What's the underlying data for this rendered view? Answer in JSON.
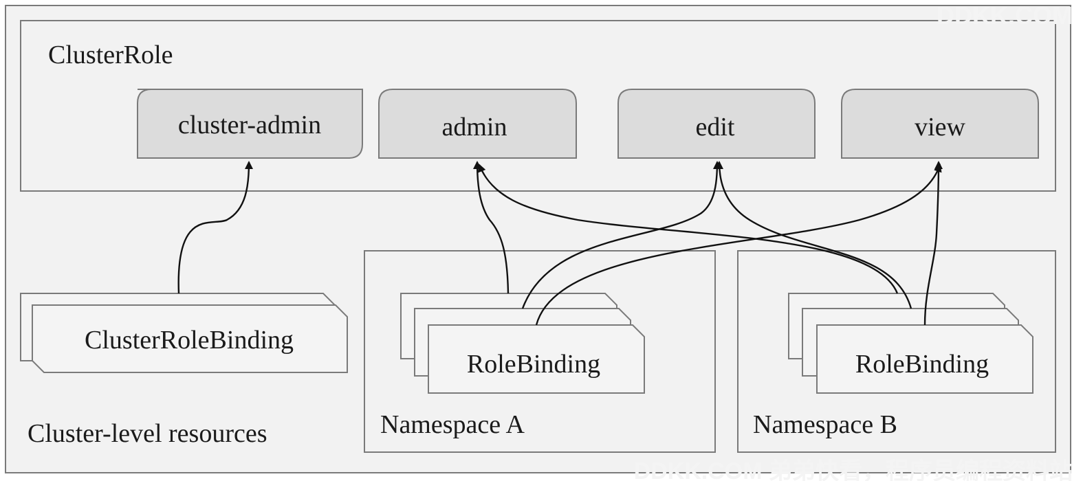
{
  "watermark_top": "DDKK.COM",
  "watermark_bottom": "DDKK.COM 弟弟快看，程序员编程资料站",
  "cluster_level": {
    "label": "Cluster-level resources"
  },
  "cluster_role": {
    "label": "ClusterRole",
    "roles": [
      {
        "id": "cluster-admin",
        "label": "cluster-admin"
      },
      {
        "id": "admin",
        "label": "admin"
      },
      {
        "id": "edit",
        "label": "edit"
      },
      {
        "id": "view",
        "label": "view"
      }
    ]
  },
  "cluster_role_binding": {
    "label": "ClusterRoleBinding"
  },
  "namespaces": [
    {
      "id": "namespace-a",
      "label": "Namespace A",
      "binding_label": "RoleBinding"
    },
    {
      "id": "namespace-b",
      "label": "Namespace B",
      "binding_label": "RoleBinding"
    }
  ],
  "edges": [
    {
      "from": "cluster-role-binding",
      "to": "cluster-admin"
    },
    {
      "from": "namespace-a-rolebinding",
      "to": "admin"
    },
    {
      "from": "namespace-a-rolebinding",
      "to": "edit"
    },
    {
      "from": "namespace-a-rolebinding",
      "to": "view"
    },
    {
      "from": "namespace-b-rolebinding",
      "to": "admin"
    },
    {
      "from": "namespace-b-rolebinding",
      "to": "edit"
    },
    {
      "from": "namespace-b-rolebinding",
      "to": "view"
    }
  ],
  "colors": {
    "frame_fill": "#f2f2f2",
    "role_fill": "#dcdcdc",
    "stroke": "#7a7a7a",
    "arrow": "#111111"
  }
}
